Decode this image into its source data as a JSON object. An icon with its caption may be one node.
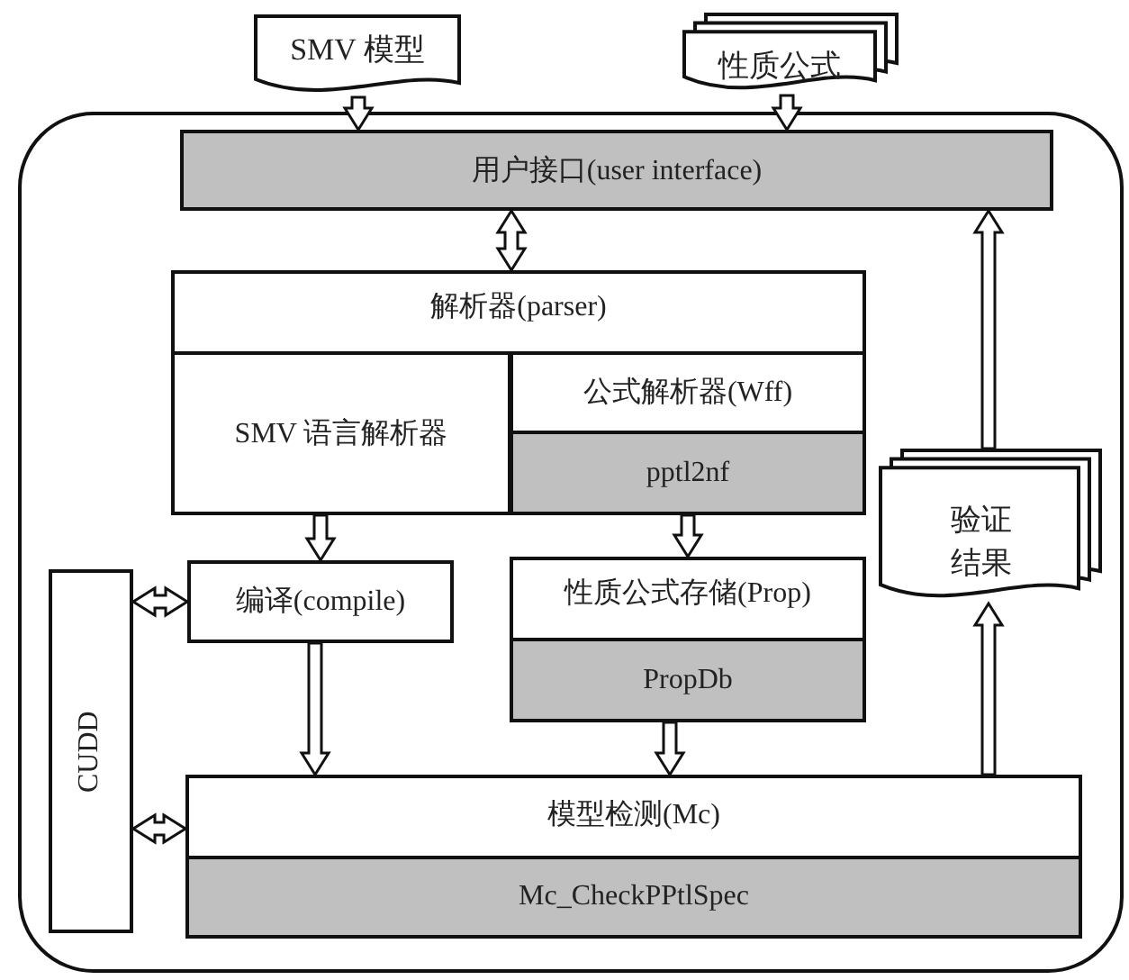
{
  "diagram": {
    "nodes": [
      {
        "text": [],
        "shape": "box"
      },
      {
        "text": [
          "SMV 模型"
        ]
      },
      {
        "text": [
          "性质公式"
        ]
      },
      {
        "text": [
          "用户接口(user interface)"
        ],
        "in": 0
      },
      {
        "text": [
          "解析器(parser)"
        ],
        "in": 0
      },
      {
        "text": [
          "SMV 语言解析器"
        ],
        "in": 4
      },
      {
        "text": [
          "公式解析器(Wff)"
        ],
        "in": 4
      },
      {
        "text": [
          "pptl2nf"
        ],
        "in": 4
      },
      {
        "text": [
          "编译(compile)"
        ],
        "in": 0
      },
      {
        "text": [
          "性质公式存储(Prop)"
        ],
        "in": 0
      },
      {
        "text": [
          "PropDb"
        ],
        "in": 9
      },
      {
        "text": [
          "验证结果"
        ],
        "in": 0
      },
      {
        "text": [
          "CUDD"
        ],
        "in": 0
      },
      {
        "text": [
          "模型检测(Mc)"
        ],
        "in": 0
      },
      {
        "text": [
          "Mc_CheckPPtlSpec"
        ],
        "in": 13
      }
    ],
    "edges": [
      {
        "from": 1,
        "to": 3,
        "arrow": "to"
      },
      {
        "from": 2,
        "to": 3,
        "arrow": "to"
      },
      {
        "from": 3,
        "to": 4,
        "arrow": "both"
      },
      {
        "from": 5,
        "to": 8,
        "arrow": "to"
      },
      {
        "from": 7,
        "to": 9,
        "arrow": "to"
      },
      {
        "from": 8,
        "to": 13,
        "arrow": "to"
      },
      {
        "from": 10,
        "to": 13,
        "arrow": "to"
      },
      {
        "from": 12,
        "to": 8,
        "arrow": "both"
      },
      {
        "from": 12,
        "to": 13,
        "arrow": "both"
      },
      {
        "from": 13,
        "to": 11,
        "arrow": "to"
      },
      {
        "from": 11,
        "to": 3,
        "arrow": "to"
      }
    ]
  }
}
